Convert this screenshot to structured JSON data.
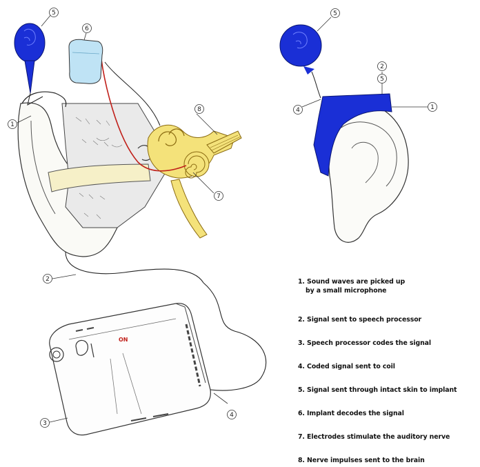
{
  "callouts": {
    "one": "1",
    "two": "2",
    "three": "3",
    "four": "4",
    "five": "5",
    "six": "6",
    "seven": "7",
    "eight": "8"
  },
  "processor_mark": "ON",
  "steps": [
    {
      "text": "1. Sound waves are picked up",
      "cont": "by a small microphone"
    },
    {
      "text": "2. Signal sent to speech processor",
      "cont": ""
    },
    {
      "text": "3. Speech processor codes the signal",
      "cont": ""
    },
    {
      "text": "4. Coded signal sent to coil",
      "cont": ""
    },
    {
      "text": "5. Signal sent through intact skin to implant",
      "cont": ""
    },
    {
      "text": "6. Implant decodes the signal",
      "cont": ""
    },
    {
      "text": "7. Electrodes stimulate the auditory nerve",
      "cont": ""
    },
    {
      "text": "8. Nerve impulses sent to the brain",
      "cont": ""
    }
  ],
  "colors": {
    "coil_blue": "#1a2fd6",
    "inner_ear_yellow": "#f4e27a",
    "electrode_red": "#c0201a",
    "implant_lightblue": "#bfe3f5"
  }
}
